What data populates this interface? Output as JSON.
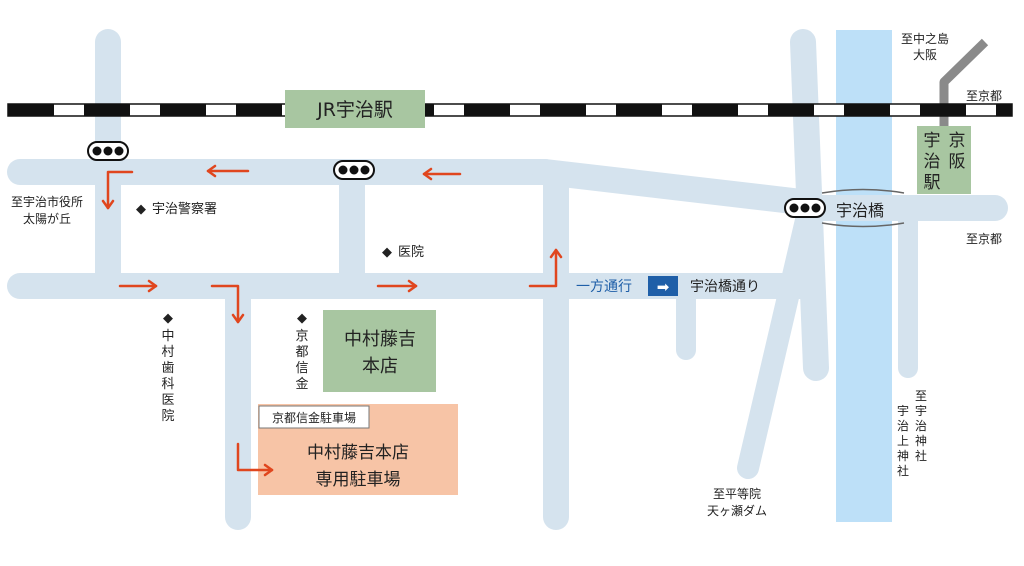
{
  "colors": {
    "road": "#d5e3ee",
    "river": "#bde0f8",
    "rail_black": "#111111",
    "station_green": "#a8c6a1",
    "store_green": "#a8c6a1",
    "parking_orange": "#f7c4a6",
    "arrow_red": "#e0461e",
    "oneway_blue": "#1f5fa8",
    "keihan_line": "#8a8a8a",
    "text": "#222222"
  },
  "stations": {
    "jr_uji": "JR宇治駅",
    "keihan_uji": [
      "宇",
      "治",
      "駅"
    ],
    "keihan_name": [
      "京",
      "阪"
    ]
  },
  "directions": {
    "to_nakanoshima": "至中之島",
    "to_osaka": "大阪",
    "to_kyoto_top": "至京都",
    "to_kyoto_right": "至京都",
    "to_city_hall": "至宇治市役所",
    "to_taiyogaoka": "太陽が丘",
    "to_byodoin": "至平等院",
    "to_amagase": "天ヶ瀬ダム",
    "to_uji_shrine": [
      "至",
      "宇",
      "治",
      "神",
      "社"
    ],
    "to_ujigami_shrine": [
      "宇",
      "治",
      "上",
      "神",
      "社"
    ]
  },
  "landmarks": {
    "police": "宇治警察署",
    "clinic": "医院",
    "dental": [
      "中",
      "村",
      "歯",
      "科",
      "医",
      "院"
    ],
    "bank": [
      "京",
      "都",
      "信",
      "金"
    ],
    "bridge": "宇治橋",
    "diamond": "◆"
  },
  "oneway": {
    "label": "一方通行",
    "street": "宇治橋通り",
    "arrow": "➡"
  },
  "store": {
    "line1": "中村藤吉",
    "line2": "本店"
  },
  "parking": {
    "bank_parking": "京都信金駐車場",
    "store_parking_line1": "中村藤吉本店",
    "store_parking_line2": "専用駐車場"
  }
}
